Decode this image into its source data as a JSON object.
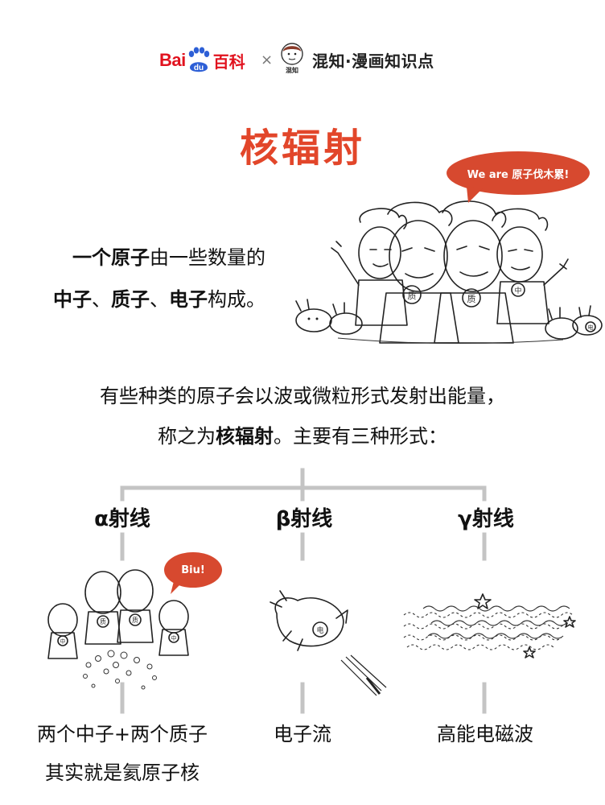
{
  "header": {
    "baidu_latin_1": "Bai",
    "baidu_paw_text": "du",
    "baidu_baike": "百科",
    "times": "×",
    "avatar_caption": "混知",
    "hunzhi": "混知·漫画知识点"
  },
  "title": "核辐射",
  "bubble_top": "We are 原子伐木累!",
  "bubble_biu": "Biu!",
  "intro": {
    "l1_b": "一个原子",
    "l1_r": "由一些数量的",
    "l2_b1": "中子",
    "l2_s1": "、",
    "l2_b2": "质子",
    "l2_s2": "、",
    "l2_b3": "电子",
    "l2_r": "构成。"
  },
  "desc": {
    "l1": "有些种类的原子会以波或微粒形式发射出能量，",
    "l2_a": "称之为",
    "l2_b": "核辐射",
    "l2_c": "。主要有三种形式："
  },
  "rays": {
    "alpha": "α射线",
    "beta": "β射线",
    "gamma": "γ射线"
  },
  "captions": {
    "alpha_1": "两个中子+两个质子",
    "alpha_2": "其实就是氦原子核",
    "beta": "电子流",
    "gamma": "高能电磁波"
  },
  "figure_labels": {
    "zhong": "中",
    "zhi": "质",
    "dian": "电"
  },
  "colors": {
    "brand_red": "#e1121e",
    "title_red": "#e2462a",
    "bubble_red": "#d7492f",
    "tree_gray": "#c4c4c4"
  }
}
